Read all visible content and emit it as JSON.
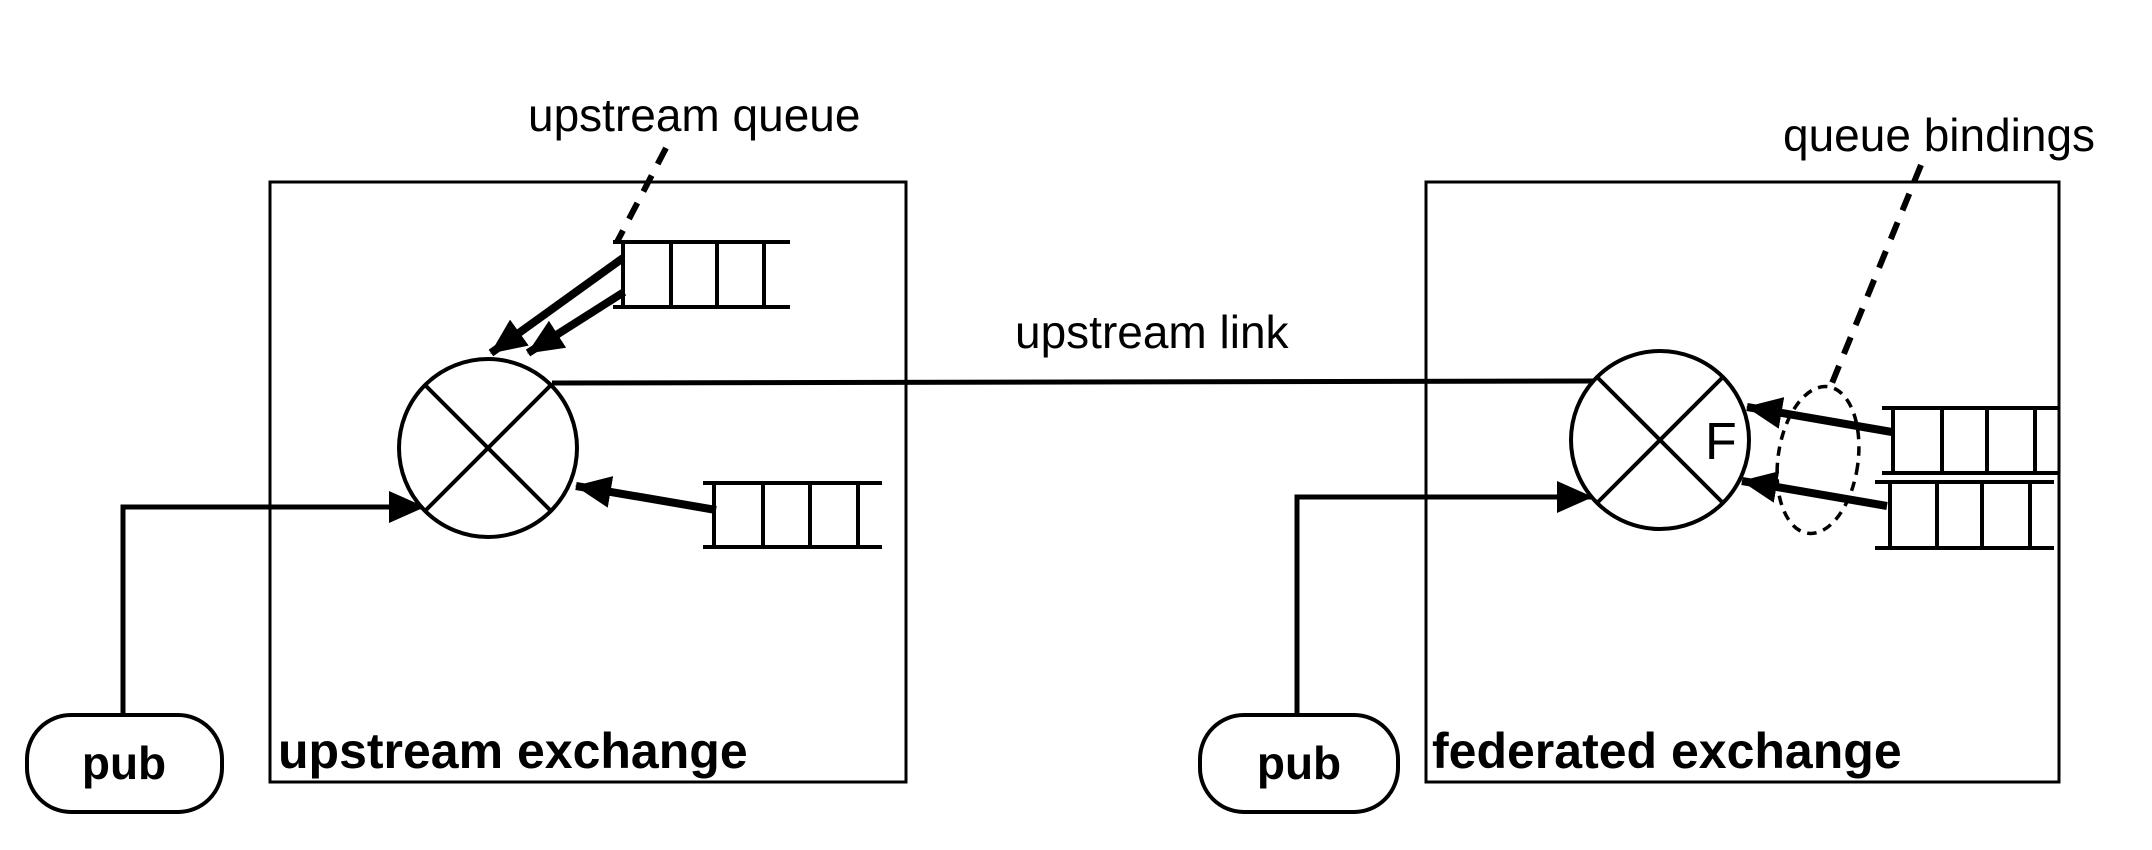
{
  "diagram": {
    "background_color": "#ffffff",
    "ink_color": "#000000",
    "upstream": {
      "box_label": "upstream exchange",
      "publisher_label": "pub",
      "queue_annotation": "upstream queue"
    },
    "link": {
      "label": "upstream link"
    },
    "federated": {
      "box_label": "federated exchange",
      "publisher_label": "pub",
      "bindings_annotation": "queue bindings",
      "exchange_flag": "F"
    }
  }
}
